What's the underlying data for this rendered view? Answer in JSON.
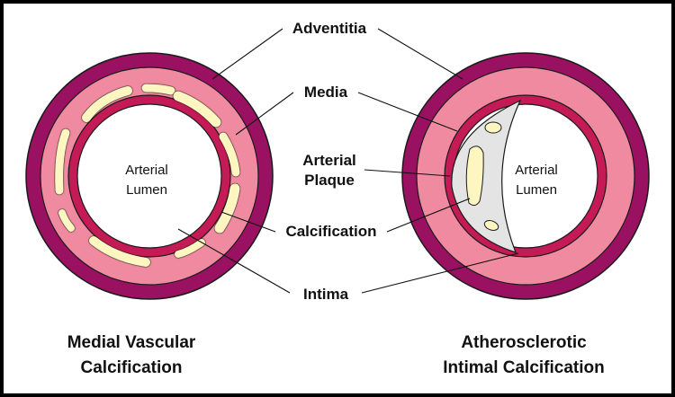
{
  "labels": {
    "adventitia": "Adventitia",
    "media": "Media",
    "arterial_plaque_line1": "Arterial",
    "arterial_plaque_line2": "Plaque",
    "calcification": "Calcification",
    "intima": "Intima"
  },
  "left_vessel": {
    "lumen_line1": "Arterial",
    "lumen_line2": "Lumen",
    "caption_line1": "Medial Vascular",
    "caption_line2": "Calcification"
  },
  "right_vessel": {
    "lumen_line1": "Arterial",
    "lumen_line2": "Lumen",
    "caption_line1": "Atherosclerotic",
    "caption_line2": "Intimal Calcification"
  },
  "colors": {
    "adventitia": "#9b1162",
    "media": "#f08aa0",
    "intima": "#c41a55",
    "lumen": "#ffffff",
    "plaque": "#e4e4e4",
    "calcification": "#fdf6c0",
    "outline": "#1a1a1a",
    "frame": "#000000"
  }
}
